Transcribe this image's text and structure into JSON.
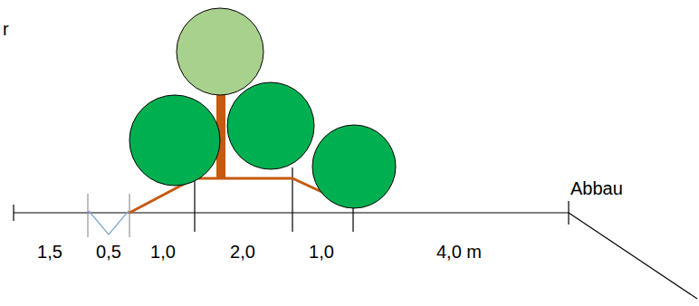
{
  "diagram": {
    "labels": [
      "r",
      "Abbau",
      "1,5",
      "0,5",
      "1,0",
      "2,0",
      "1,0",
      "4,0 m"
    ]
  }
}
